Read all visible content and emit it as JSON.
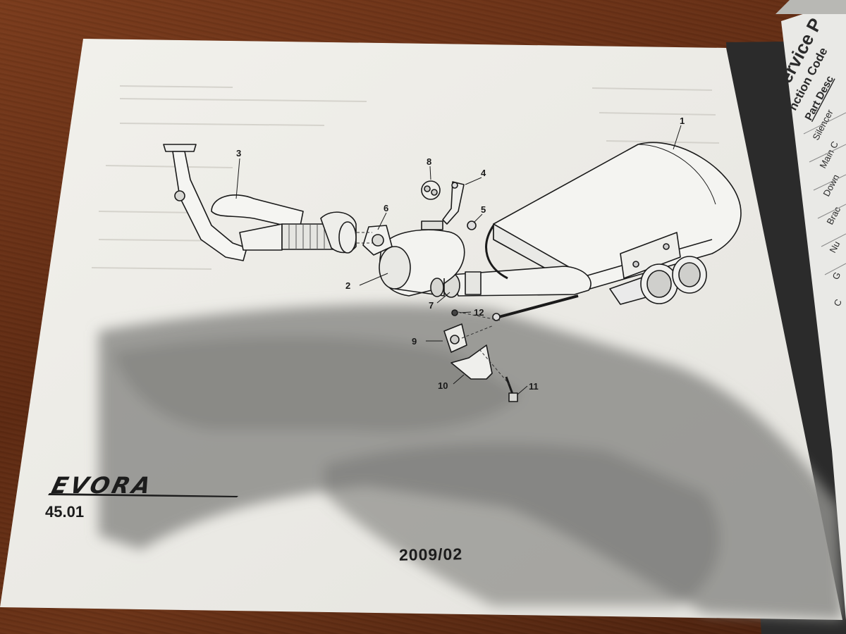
{
  "page": {
    "logo_text": "EVORA",
    "page_code": "45.01",
    "date": "2009/02"
  },
  "diagram": {
    "callouts": [
      "1",
      "2",
      "3",
      "4",
      "5",
      "6",
      "7",
      "8",
      "9",
      "10",
      "11",
      "12"
    ]
  },
  "side_page": {
    "header": "ervice P",
    "subheader": "nction Code",
    "column_label": "Part Desc",
    "rows": [
      "Silencer",
      "Main C",
      "Down",
      "Brac",
      "Nu",
      "G",
      "C"
    ]
  },
  "colors": {
    "wood": "#6b3317",
    "paper": "#ecebe6",
    "ink": "#1c1c1c",
    "shadow": "#9a9a96"
  }
}
